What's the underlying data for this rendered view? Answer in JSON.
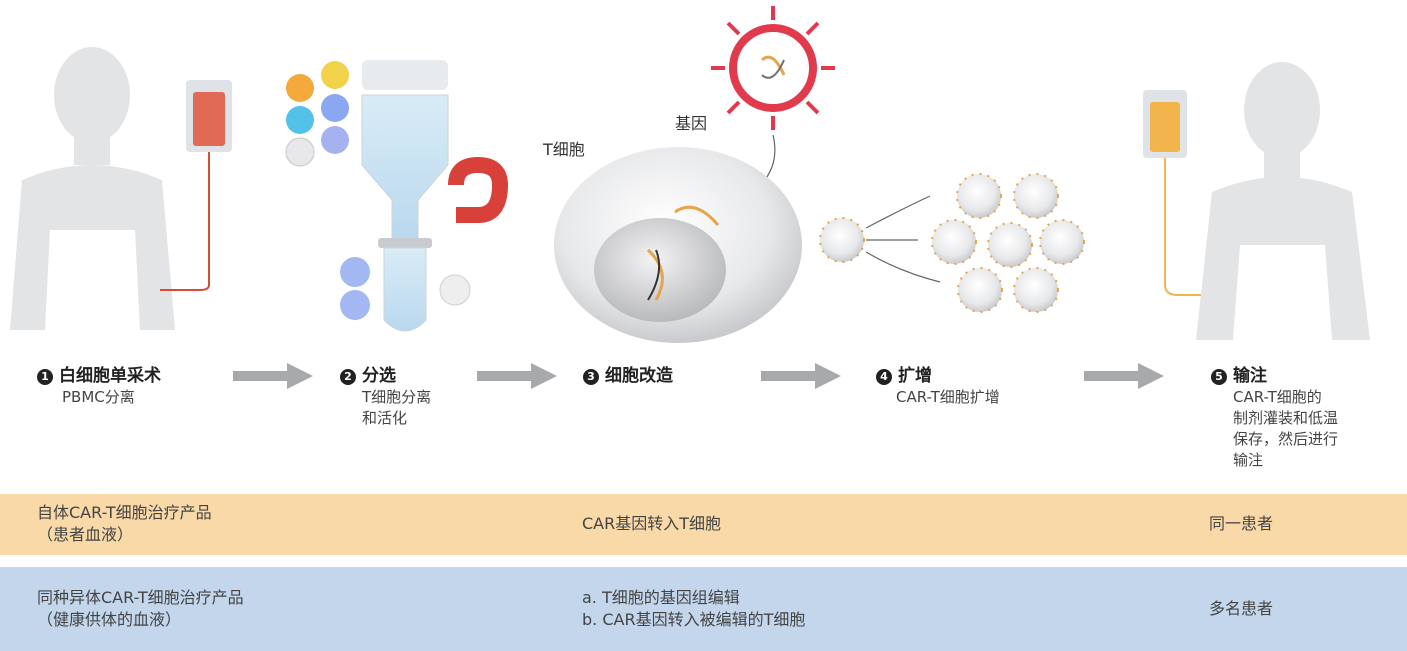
{
  "labels": {
    "gene": "基因",
    "tcell": "T细胞"
  },
  "steps": [
    {
      "num": "1",
      "title": "白细胞单采术",
      "sub": [
        "PBMC分离"
      ]
    },
    {
      "num": "2",
      "title": "分选",
      "sub": [
        "T细胞分离",
        "和活化"
      ]
    },
    {
      "num": "3",
      "title": "细胞改造",
      "sub": []
    },
    {
      "num": "4",
      "title": "扩增",
      "sub": [
        "CAR-T细胞扩增"
      ]
    },
    {
      "num": "5",
      "title": "输注",
      "sub": [
        "CAR-T细胞的",
        "制剂灌装和低温",
        "保存，然后进行",
        "输注"
      ]
    }
  ],
  "rows": [
    {
      "product": [
        "自体CAR-T细胞治疗产品",
        "（患者血液）"
      ],
      "process": [
        "CAR基因转入T细胞"
      ],
      "recipient": "同一患者",
      "color": "#fad9a8"
    },
    {
      "product": [
        "同种异体CAR-T细胞治疗产品",
        "（健康供体的血液）"
      ],
      "process": [
        "a. T细胞的基因组编辑",
        "b. CAR基因转入被编辑的T细胞"
      ],
      "recipient": "多名患者",
      "color": "#c3d6ec"
    }
  ],
  "colors": {
    "arrow": "#a8a9ad",
    "blood_bag": "#e06a55",
    "car_bag": "#f2b54c",
    "virus": "#e23a4d",
    "body": "#e3e4e6"
  }
}
